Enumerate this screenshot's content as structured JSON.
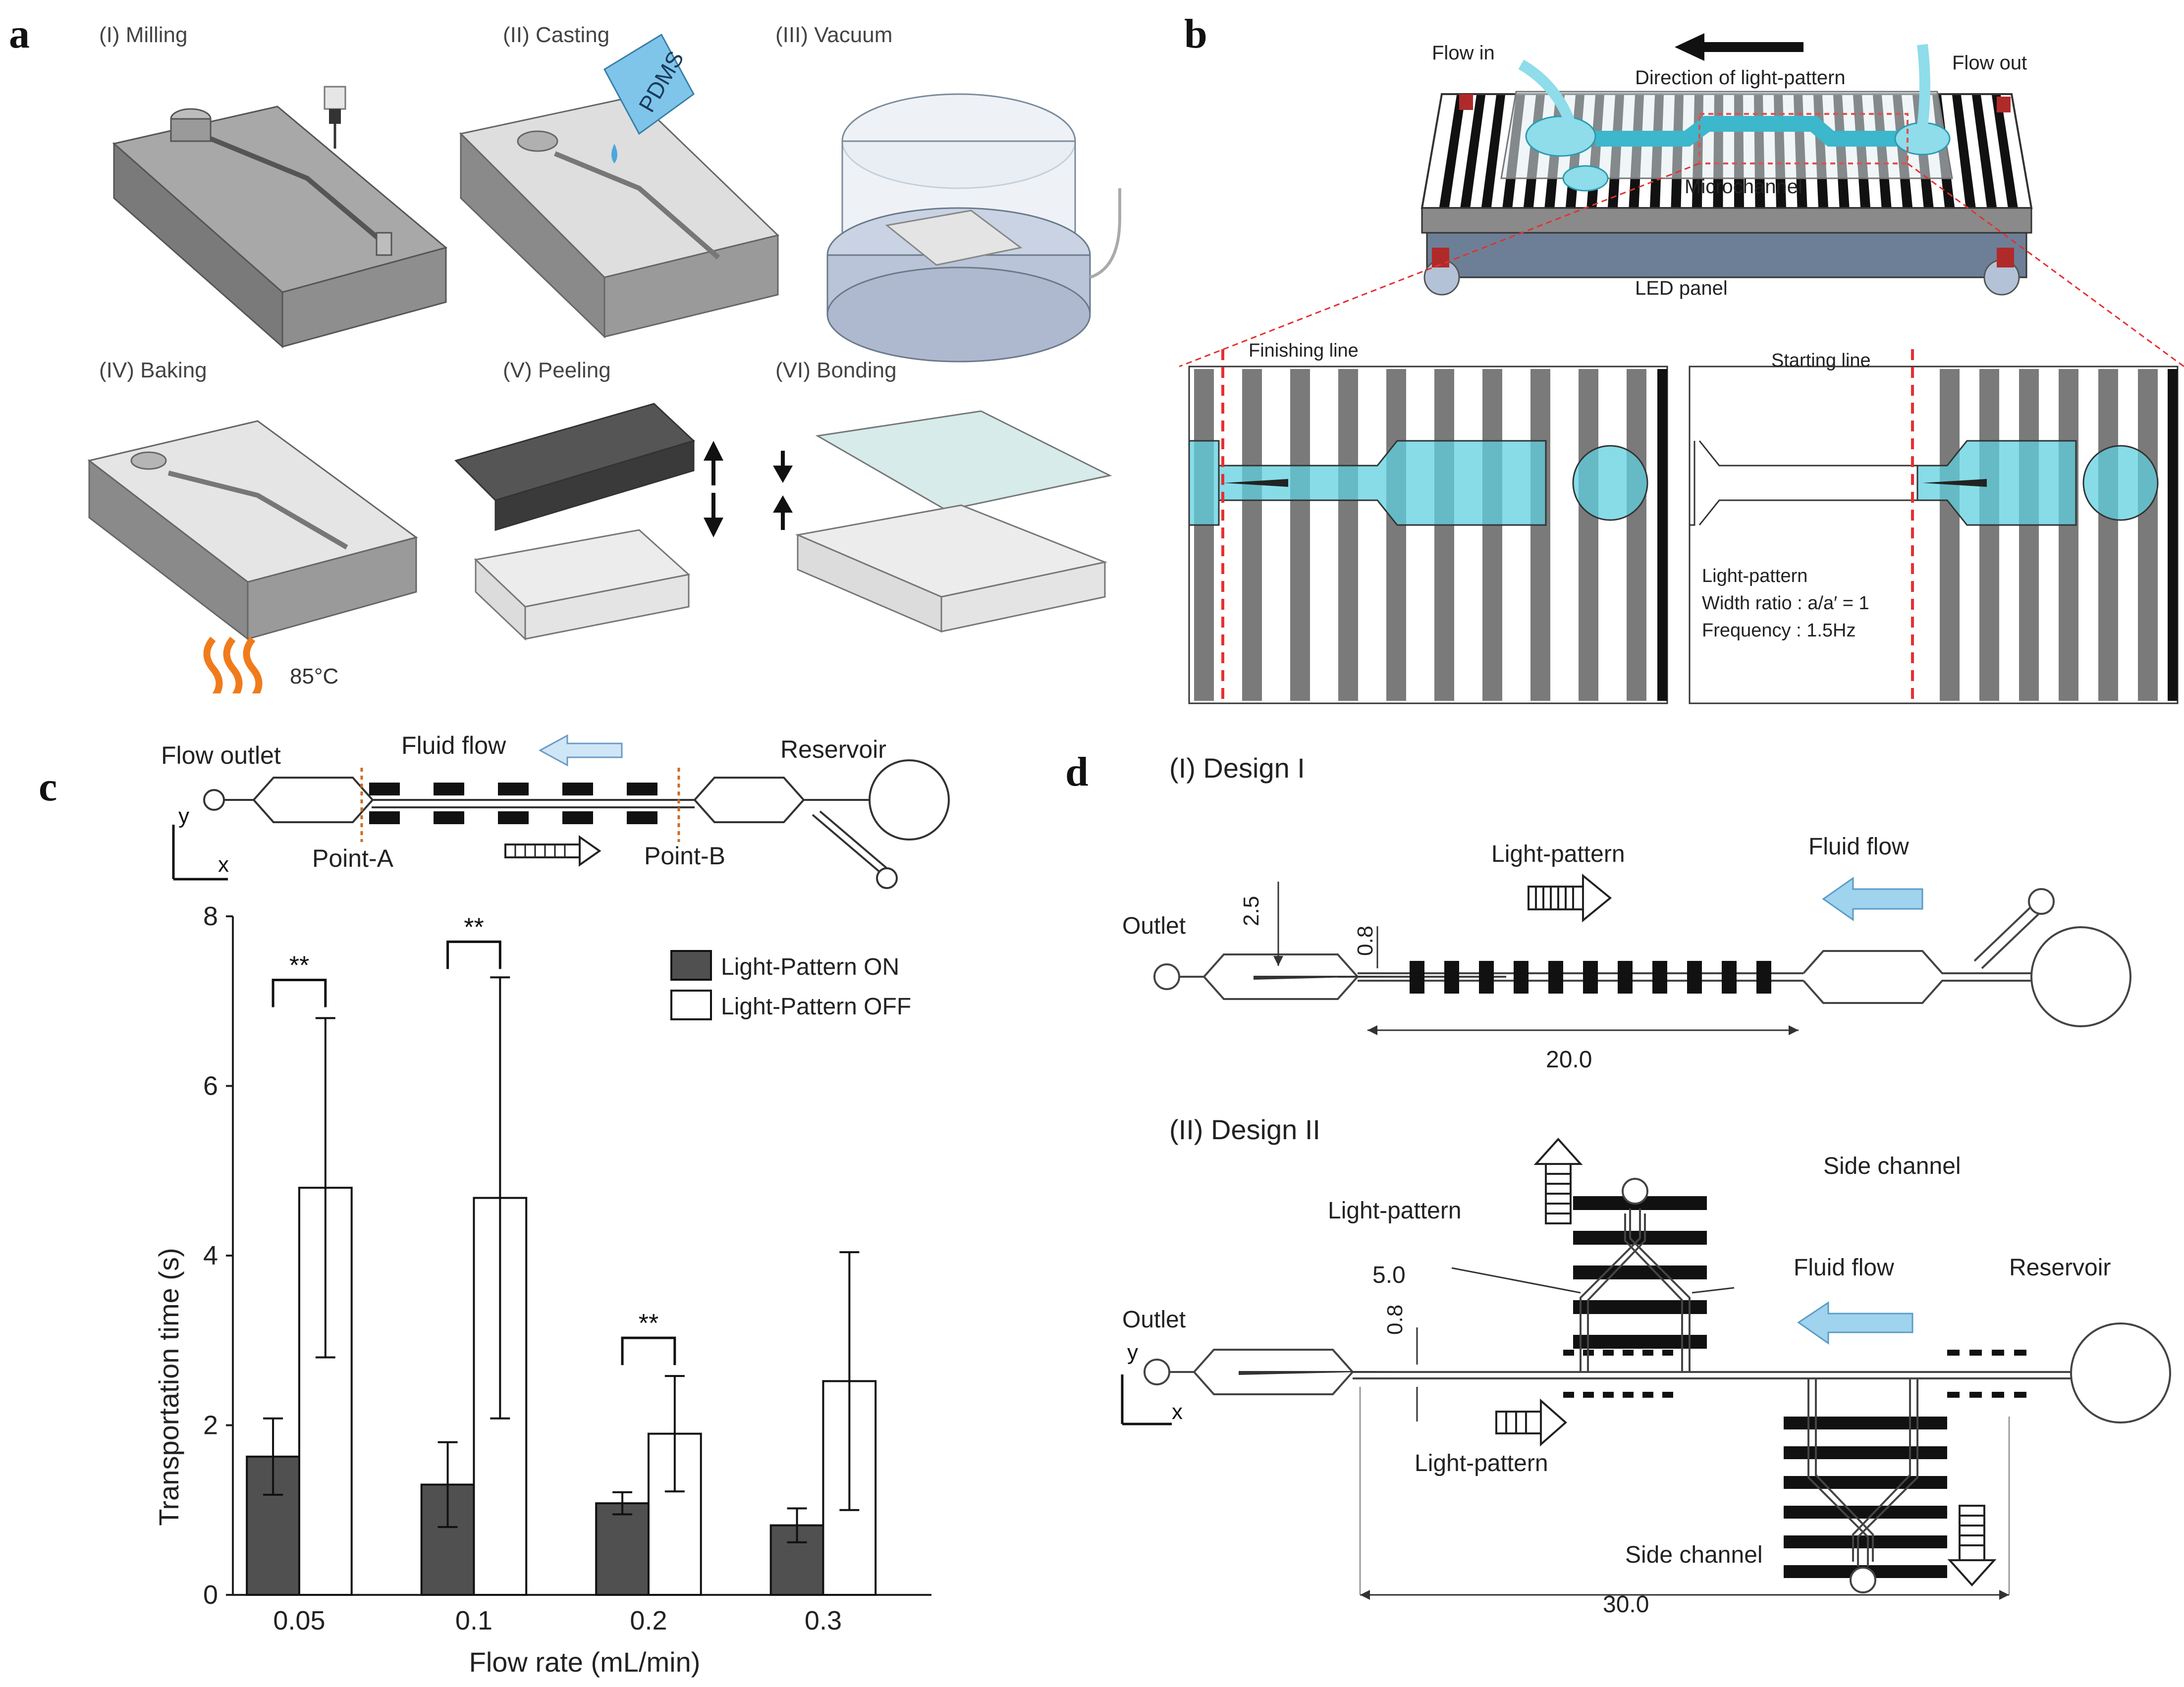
{
  "panel_a": {
    "letter": "a",
    "steps": [
      {
        "label": "(I) Milling"
      },
      {
        "label": "(II) Casting",
        "material": "PDMS"
      },
      {
        "label": "(III) Vacuum"
      },
      {
        "label": "(IV) Baking",
        "temperature": "85°C"
      },
      {
        "label": "(V) Peeling"
      },
      {
        "label": "(VI) Bonding"
      }
    ]
  },
  "panel_b": {
    "letter": "b",
    "flow_in": "Flow in",
    "flow_out": "Flow out",
    "direction_label": "Direction of light-pattern",
    "microchannel": "Microchannel",
    "led_panel": "LED panel",
    "finishing_line": "Finishing line",
    "starting_line": "Starting line",
    "light_pattern": "Light-pattern",
    "width_ratio": "Width ratio : a/a′ = 1",
    "frequency": "Frequency : 1.5Hz"
  },
  "panel_c": {
    "letter": "c",
    "flow_outlet": "Flow outlet",
    "fluid_flow": "Fluid flow",
    "reservoir": "Reservoir",
    "point_a": "Point-A",
    "point_b": "Point-B",
    "axis_y": "y",
    "axis_x": "x"
  },
  "panel_d": {
    "letter": "d",
    "design1": {
      "title": "(I) Design I",
      "light_pattern": "Light-pattern",
      "fluid_flow": "Fluid flow",
      "outlet": "Outlet",
      "dim_25": "2.5",
      "dim_08": "0.8",
      "dim_20": "20.0"
    },
    "design2": {
      "title": "(II) Design II",
      "side_channel_top": "Side channel",
      "light_pattern_top": "Light-pattern",
      "dim_50": "5.0",
      "fluid_flow": "Fluid flow",
      "reservoir": "Reservoir",
      "outlet": "Outlet",
      "dim_08": "0.8",
      "light_pattern_bottom": "Light-pattern",
      "side_channel_bottom": "Side channel",
      "dim_30": "30.0",
      "axis_y": "y",
      "axis_x": "x"
    }
  },
  "chart_data": {
    "type": "bar",
    "categories": [
      "0.05",
      "0.1",
      "0.2",
      "0.3"
    ],
    "series": [
      {
        "name": "Light-Pattern ON",
        "values": [
          1.63,
          1.3,
          1.08,
          0.82
        ],
        "errors": [
          0.45,
          0.5,
          0.13,
          0.2
        ],
        "color": "#505050"
      },
      {
        "name": "Light-Pattern OFF",
        "values": [
          4.8,
          4.68,
          1.9,
          2.52
        ],
        "errors": [
          2.0,
          2.6,
          0.68,
          1.52
        ],
        "color": "#ffffff"
      }
    ],
    "significance": [
      {
        "category": "0.05",
        "label": "**"
      },
      {
        "category": "0.1",
        "label": "**"
      },
      {
        "category": "0.2",
        "label": "**"
      }
    ],
    "xlabel": "Flow rate (mL/min)",
    "ylabel": "Transportation time (s)",
    "ylim": [
      0,
      8
    ],
    "yticks": [
      "0",
      "2",
      "4",
      "6",
      "8"
    ],
    "legend_position": "top-right"
  }
}
